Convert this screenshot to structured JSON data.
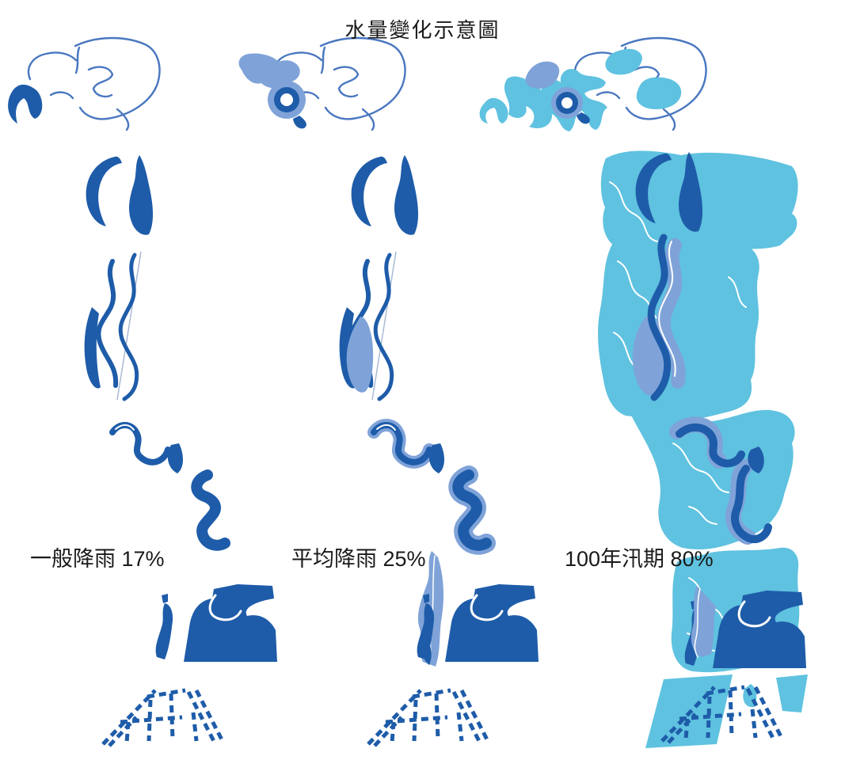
{
  "title": "水量變化示意圖",
  "panels": [
    {
      "name": "一般降雨",
      "percent": "17%",
      "label": "一般降雨 17%"
    },
    {
      "name": "平均降雨",
      "percent": "25%",
      "label": "平均降雨 25%"
    },
    {
      "name": "100年汛期",
      "percent": "80%",
      "label": "100年汛期 80%"
    }
  ],
  "colors": {
    "dark_blue": "#1E5CA9",
    "medium_blue": "#7FA3D8",
    "light_cyan": "#5FC2E0",
    "outline_blue": "#4A77C0",
    "hairline": "#A9BBD6",
    "text": "#1A1A1A",
    "background": "#FFFFFF"
  }
}
